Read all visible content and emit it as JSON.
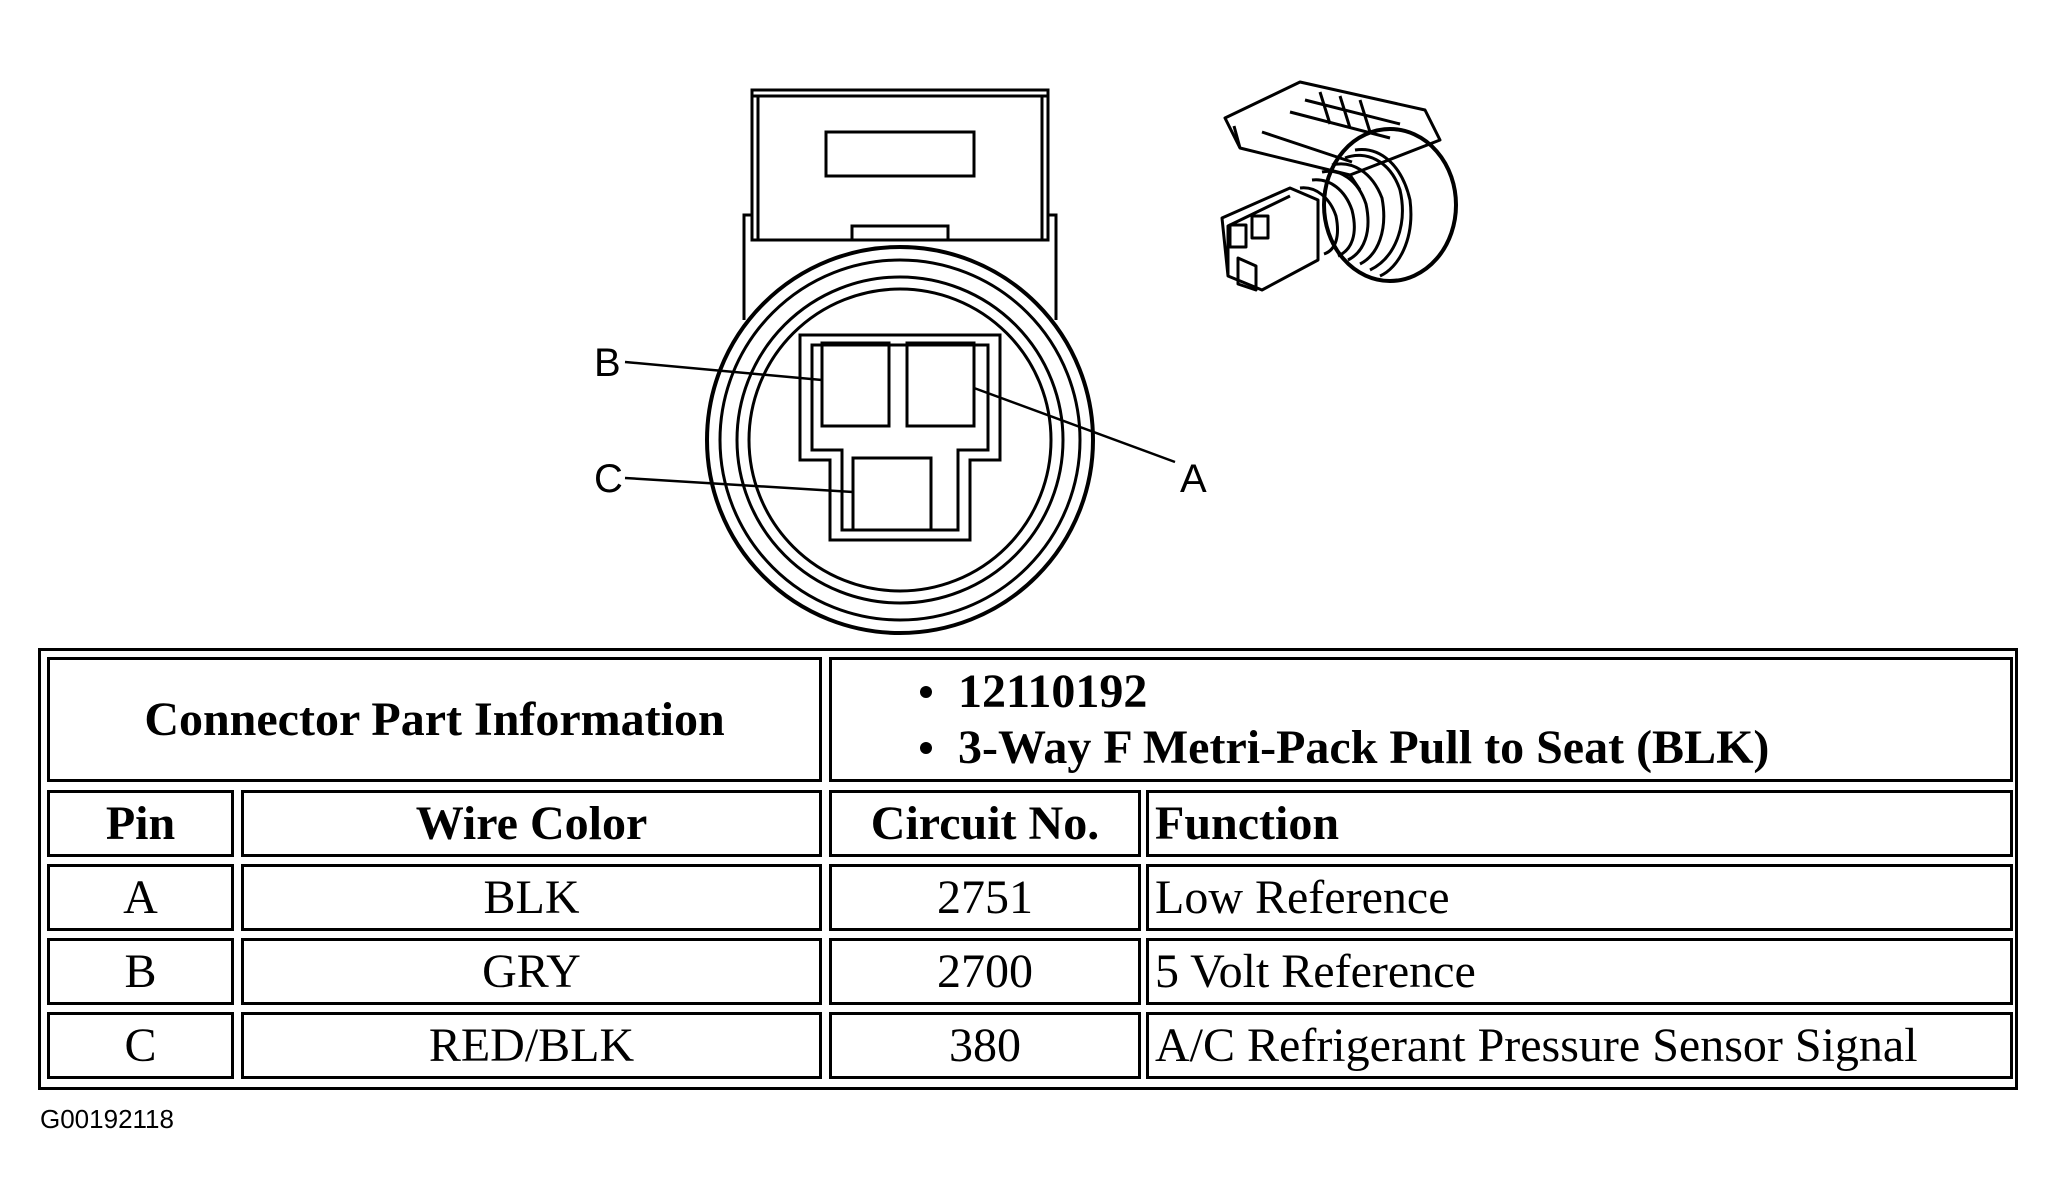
{
  "diagram": {
    "pin_labels": [
      "A",
      "B",
      "C"
    ]
  },
  "connector_info": {
    "label": "Connector Part Information",
    "items": [
      "12110192",
      "3-Way F Metri-Pack Pull to Seat (BLK)"
    ]
  },
  "table": {
    "headers": [
      "Pin",
      "Wire Color",
      "Circuit No.",
      "Function"
    ],
    "rows": [
      {
        "pin": "A",
        "wire_color": "BLK",
        "circuit": "2751",
        "function": "Low Reference"
      },
      {
        "pin": "B",
        "wire_color": "GRY",
        "circuit": "2700",
        "function": "5 Volt Reference"
      },
      {
        "pin": "C",
        "wire_color": "RED/BLK",
        "circuit": "380",
        "function": "A/C Refrigerant Pressure Sensor Signal"
      }
    ]
  },
  "figure_id": "G00192118"
}
